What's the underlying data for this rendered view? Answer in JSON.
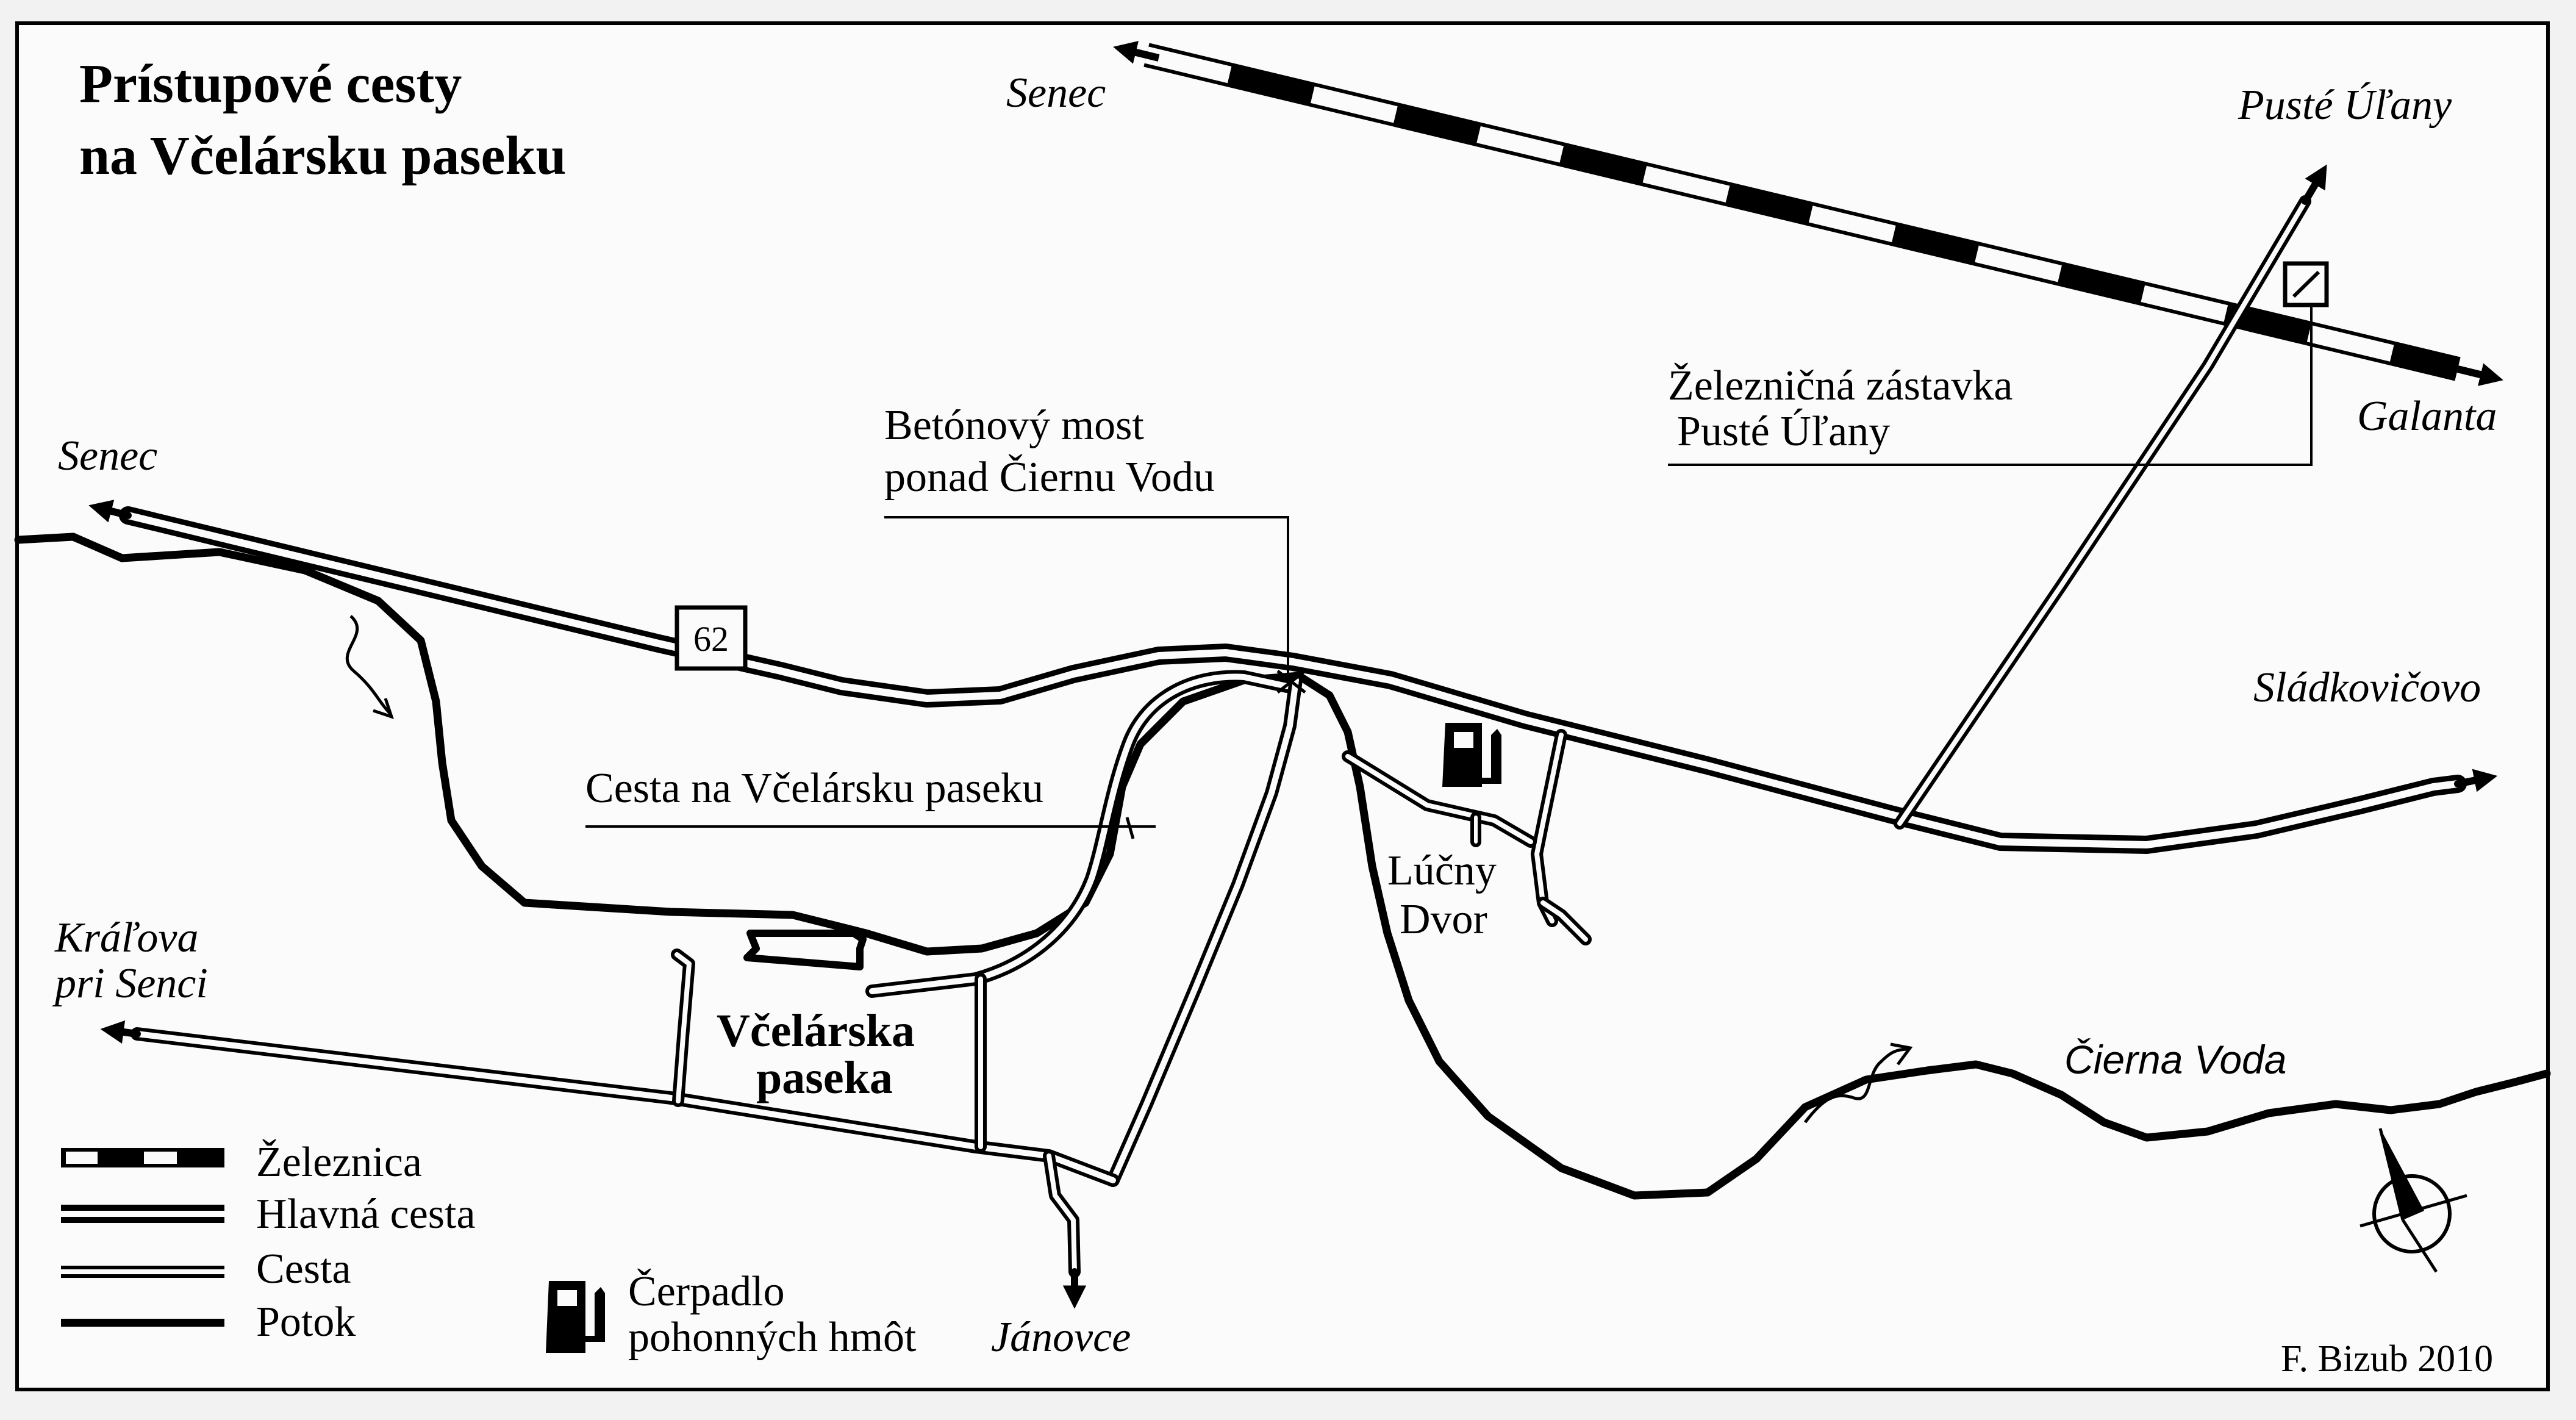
{
  "title": {
    "line1": "Prístupové cesty",
    "line2": "na Včelársku paseku"
  },
  "places": {
    "senec_rail": "Senec",
    "puste_ulany": "Pusté Úľany",
    "galanta": "Galanta",
    "senec_road": "Senec",
    "sladkovicovo": "Sládkovičovo",
    "kralova_line1": "Kráľova",
    "kralova_line2": "pri Senci",
    "janovce": "Jánovce",
    "lucny_line1": "Lúčny",
    "lucny_line2": "Dvor",
    "paseka_line1": "Včelárska",
    "paseka_line2": "paseka"
  },
  "annotations": {
    "zastavka_line1": "Železničná zástavka",
    "zastavka_line2": "Pusté Úľany",
    "most_line1": "Betónový most",
    "most_line2": "ponad Čiernu Vodu",
    "cesta": "Cesta na Včelársku paseku",
    "river": "Čierna Voda",
    "road_number": "62"
  },
  "legend": {
    "railway": "Železnica",
    "main_road": "Hlavná cesta",
    "road": "Cesta",
    "stream": "Potok",
    "pump_line1": "Čerpadlo",
    "pump_line2": "pohonných hmôt"
  },
  "credit": "F. Bizub 2010",
  "colors": {
    "ink": "#000000",
    "paper": "#f2f2f2"
  }
}
